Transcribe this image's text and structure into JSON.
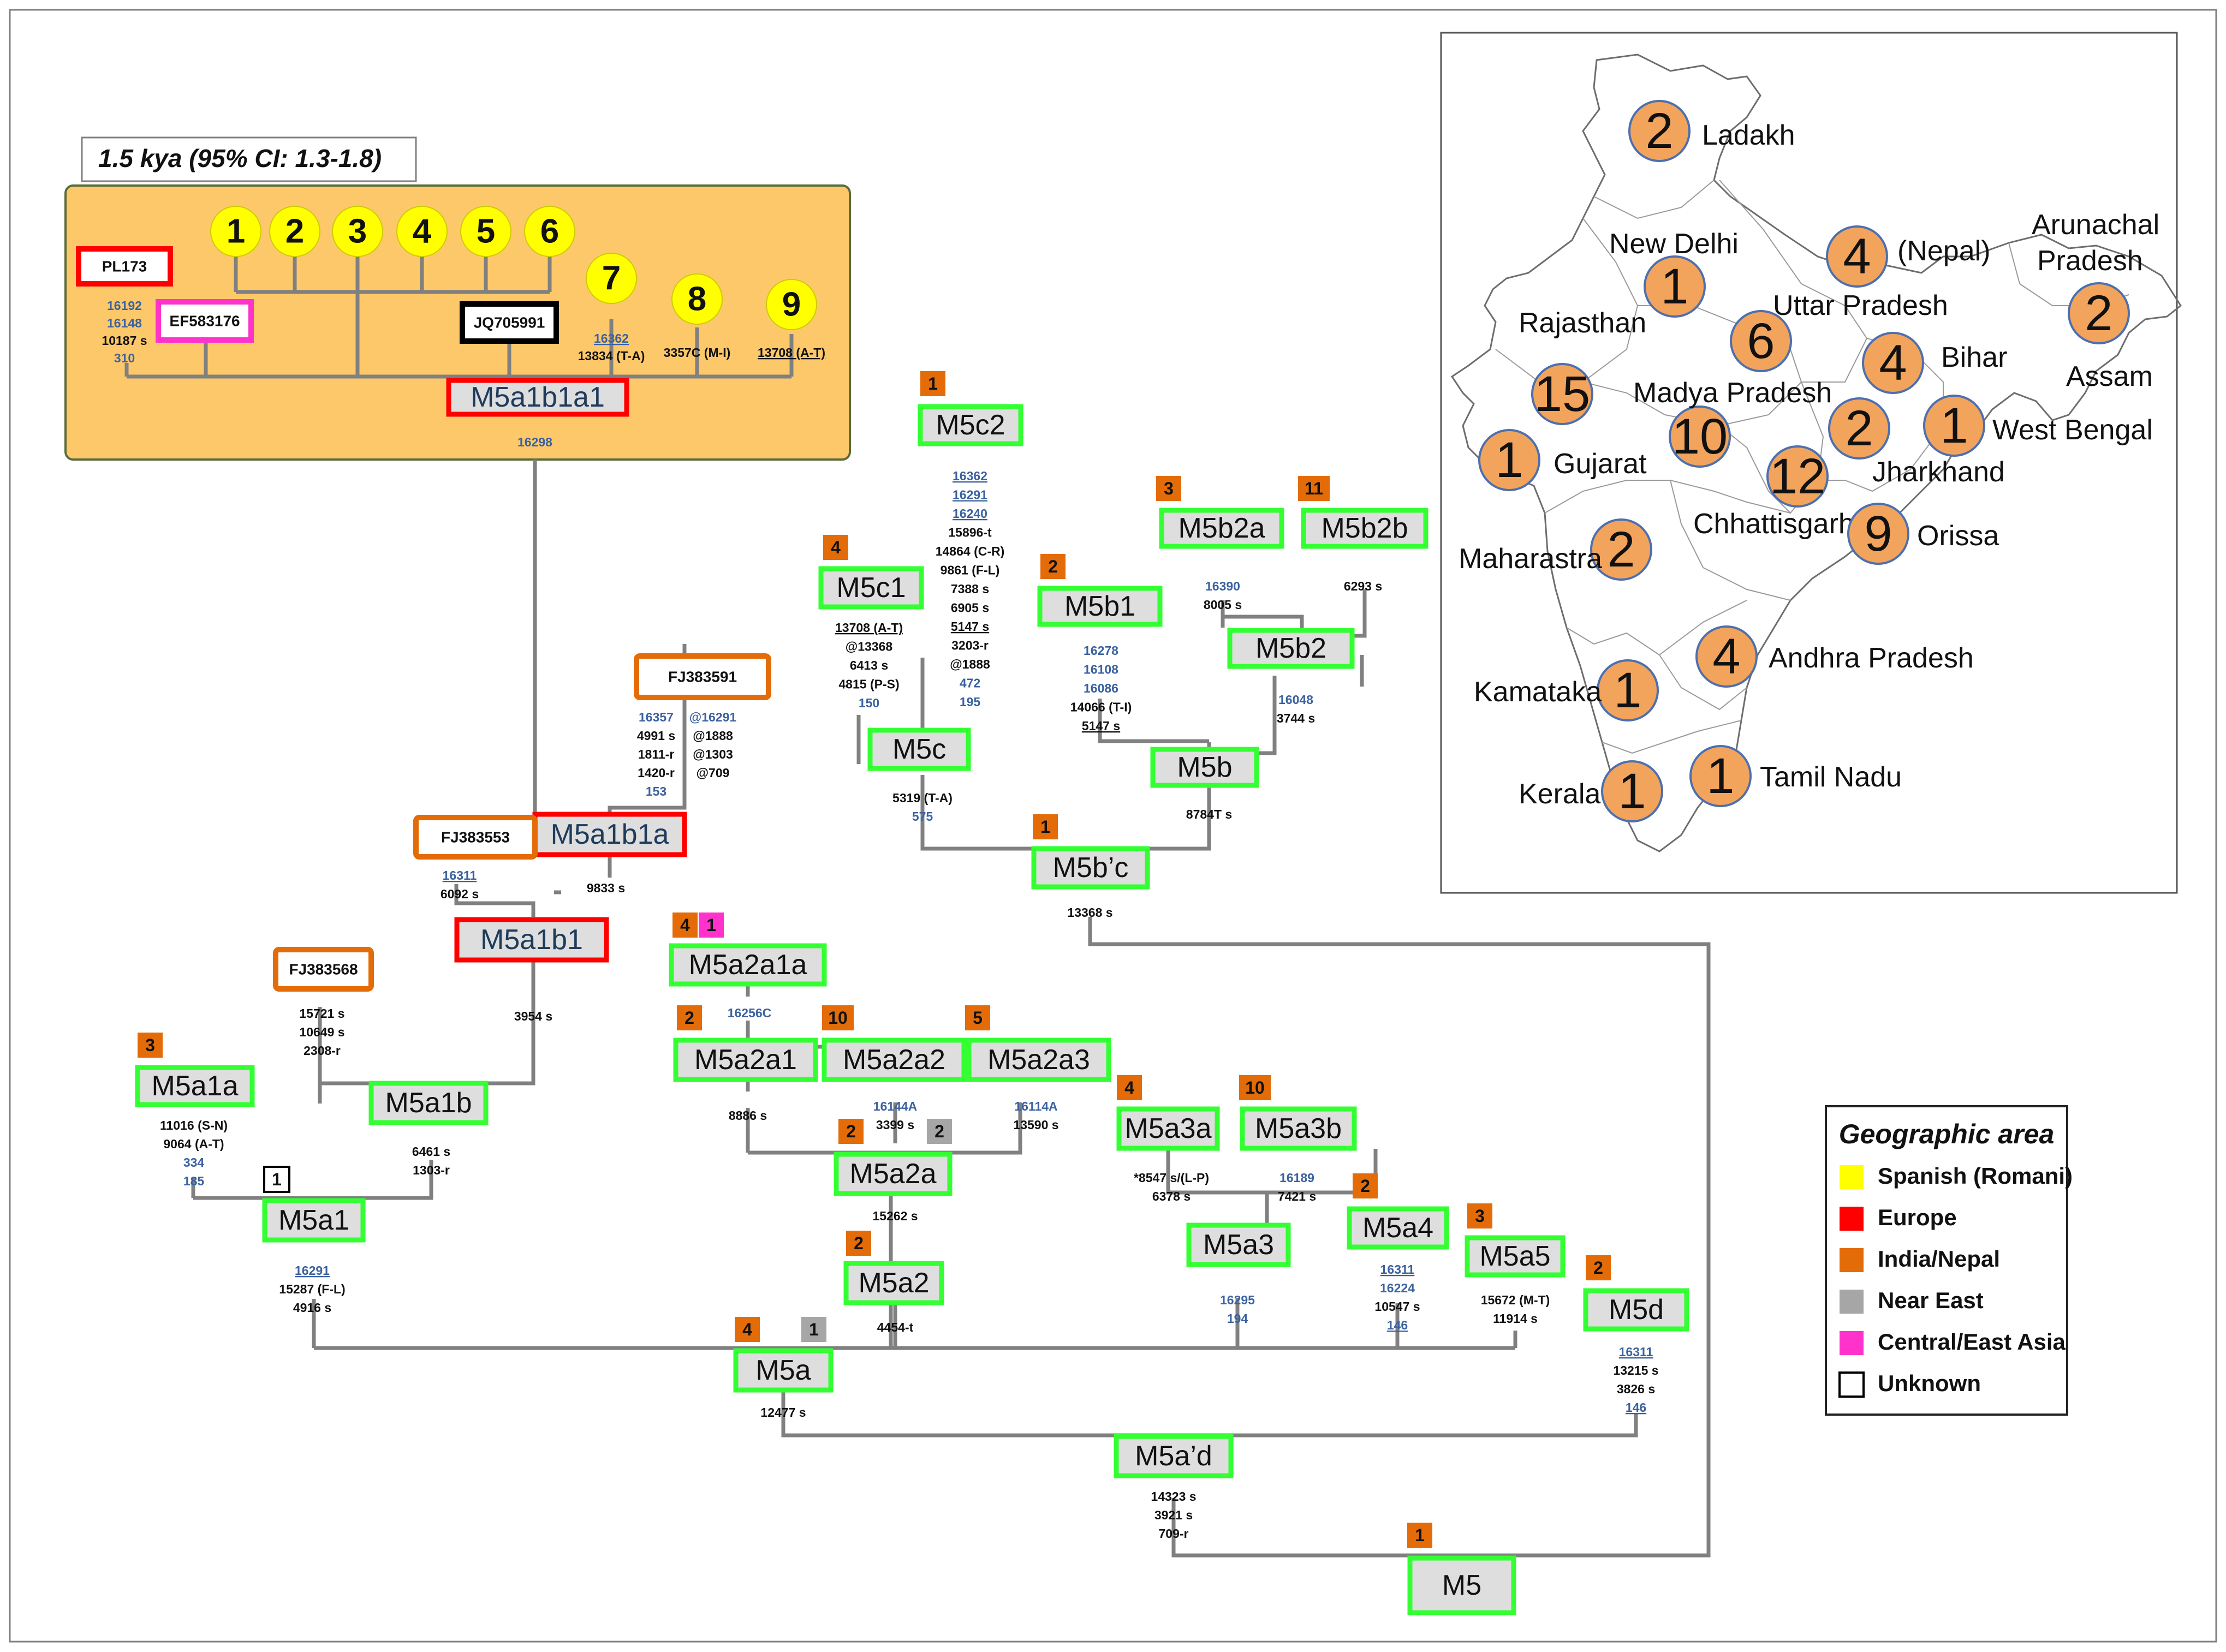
{
  "date_box": {
    "text": "1.5 kya (95% CI: 1.3-1.8)"
  },
  "colors": {
    "spanish": "#ffff00",
    "europe": "#ff0000",
    "india": "#e36c09",
    "near_east": "#a6a6a6",
    "central_asia": "#ff33cc",
    "node_green": "#33ff33",
    "node_red": "#ff0000",
    "romani_box": "#fdc86a"
  },
  "romani_samples": [
    "1",
    "2",
    "3",
    "4",
    "5",
    "6",
    "7",
    "8",
    "9"
  ],
  "samples": {
    "PL173": "PL173",
    "EF583176": "EF583176",
    "JQ705991": "JQ705991",
    "FJ383591": "FJ383591",
    "FJ383553": "FJ383553",
    "FJ383568": "FJ383568"
  },
  "nodes": {
    "M5a1b1a1": "M5a1b1a1",
    "M5a1b1a": "M5a1b1a",
    "M5a1b1": "M5a1b1",
    "M5a1b": "M5a1b",
    "M5a1a": "M5a1a",
    "M5a1": "M5a1",
    "M5a": "M5a",
    "M5ad": "M5a’d",
    "M5": "M5",
    "M5a2a1a": "M5a2a1a",
    "M5a2a1": "M5a2a1",
    "M5a2a2": "M5a2a2",
    "M5a2a3": "M5a2a3",
    "M5a2a": "M5a2a",
    "M5a2": "M5a2",
    "M5a3a": "M5a3a",
    "M5a3b": "M5a3b",
    "M5a3": "M5a3",
    "M5a4": "M5a4",
    "M5a5": "M5a5",
    "M5d": "M5d",
    "M5c2": "M5c2",
    "M5c1": "M5c1",
    "M5c": "M5c",
    "M5b1": "M5b1",
    "M5b2a": "M5b2a",
    "M5b2b": "M5b2b",
    "M5b2": "M5b2",
    "M5b": "M5b",
    "M5bc": "M5b’c"
  },
  "counts": {
    "M5c2": "1",
    "M5c1": "4",
    "M5b1": "2",
    "M5b2a": "3",
    "M5b2b": "11",
    "M5bc": "1",
    "M5a2a1a_india": "4",
    "M5a2a1a_asia": "1",
    "M5a2a1": "2",
    "M5a2a2": "10",
    "M5a2a3": "5",
    "M5a2a_india": "2",
    "M5a2a_ne": "2",
    "M5a2": "2",
    "M5a3a": "4",
    "M5a3b": "10",
    "M5a4": "2",
    "M5a5": "3",
    "M5d": "2",
    "M5a_india": "4",
    "M5a_ne": "1",
    "M5": "1",
    "M5a1a": "3",
    "M5a1_unknown": "1"
  },
  "mutations": {
    "PL173": [
      "16192",
      "16148",
      "10187 s",
      "310"
    ],
    "r7": [
      "16362",
      "13834 (T-A)"
    ],
    "r8": [
      "3357C (M-I)"
    ],
    "r9": [
      "13708 (A-T)"
    ],
    "M5a1b1a1": [
      "16298"
    ],
    "FJ383591_a": [
      "16357",
      "4991 s",
      "1811-r",
      "1420-r",
      "153"
    ],
    "FJ383591_b": [
      "@16291",
      "@1888",
      "@1303",
      "@709"
    ],
    "M5a1b1a": [
      "9833 s"
    ],
    "FJ383553": [
      "16311",
      "6092 s"
    ],
    "M5a1b1": [
      "3954 s"
    ],
    "FJ383568": [
      "15721 s",
      "10649 s",
      "2308-r"
    ],
    "M5a1a": [
      "11016 (S-N)",
      "9064 (A-T)",
      "334",
      "185"
    ],
    "M5a1b": [
      "6461 s",
      "1303-r"
    ],
    "M5a1": [
      "16291",
      "15287 (F-L)",
      "4916 s"
    ],
    "M5c2": [
      "16362",
      "16291",
      "16240",
      "15896-t",
      "14864 (C-R)",
      "9861 (F-L)",
      "7388 s",
      "6905 s",
      "5147 s",
      "3203-r",
      "@1888",
      "472",
      "195"
    ],
    "M5c1": [
      "13708 (A-T)",
      "@13368",
      "6413 s",
      "4815 (P-S)",
      "150"
    ],
    "M5c": [
      "5319 (T-A)",
      "575"
    ],
    "M5b1": [
      "16278",
      "16108",
      "16086",
      "14066 (T-I)",
      "5147 s"
    ],
    "M5b2a": [
      "16390",
      "8005 s"
    ],
    "M5b2b": [
      "6293 s"
    ],
    "M5b2": [
      "16048",
      "3744 s"
    ],
    "M5b": [
      "8784T s"
    ],
    "M5bc": [
      "13368 s"
    ],
    "M5a2a1a": [
      "16256C"
    ],
    "M5a2a1": [
      "8886 s"
    ],
    "M5a2a2": [
      "16144A",
      "3399 s"
    ],
    "M5a2a3": [
      "16114A",
      "13590 s"
    ],
    "M5a2a": [
      "15262 s"
    ],
    "M5a2": [
      "4454-t"
    ],
    "M5a3a": [
      "*8547 s/(L-P)",
      "6378 s"
    ],
    "M5a3b": [
      "16189",
      "7421 s"
    ],
    "M5a3": [
      "16295",
      "194"
    ],
    "M5a4": [
      "16311",
      "16224",
      "10547 s",
      "146"
    ],
    "M5a5": [
      "15672 (M-T)",
      "11914 s"
    ],
    "M5d": [
      "16311",
      "13215 s",
      "3826 s",
      "146"
    ],
    "M5a": [
      "12477 s"
    ],
    "M5ad": [
      "14323 s",
      "3921 s",
      "709-r"
    ]
  },
  "map": {
    "regions": [
      {
        "num": "2",
        "label": "Ladakh"
      },
      {
        "num": "1",
        "label": "New Delhi"
      },
      {
        "num": "4",
        "label": "(Nepal)"
      },
      {
        "num": "2",
        "label": "Arunachal Pradesh"
      },
      {
        "num": "6",
        "label": "Uttar Pradesh"
      },
      {
        "num": "4",
        "label": "Bihar"
      },
      {
        "num": "",
        "label": "Assam"
      },
      {
        "num": "15",
        "label": "Rajasthan"
      },
      {
        "num": "10",
        "label": "Madya Pradesh"
      },
      {
        "num": "2",
        "label": "Jharkhand"
      },
      {
        "num": "1",
        "label": "West Bengal"
      },
      {
        "num": "1",
        "label": "Gujarat"
      },
      {
        "num": "12",
        "label": "Chhattisgarh"
      },
      {
        "num": "9",
        "label": "Orissa"
      },
      {
        "num": "2",
        "label": "Maharastra"
      },
      {
        "num": "4",
        "label": "Andhra Pradesh"
      },
      {
        "num": "1",
        "label": "Kamataka"
      },
      {
        "num": "1",
        "label": "Tamil Nadu"
      },
      {
        "num": "1",
        "label": "Kerala"
      }
    ]
  },
  "legend": {
    "title": "Geographic area",
    "items": [
      {
        "label": "Spanish (Romani)",
        "color": "#ffff00"
      },
      {
        "label": "Europe",
        "color": "#ff0000"
      },
      {
        "label": "India/Nepal",
        "color": "#e36c09"
      },
      {
        "label": "Near East",
        "color": "#a6a6a6"
      },
      {
        "label": "Central/East Asia",
        "color": "#ff33cc"
      },
      {
        "label": "Unknown",
        "color": "#ffffff"
      }
    ]
  }
}
